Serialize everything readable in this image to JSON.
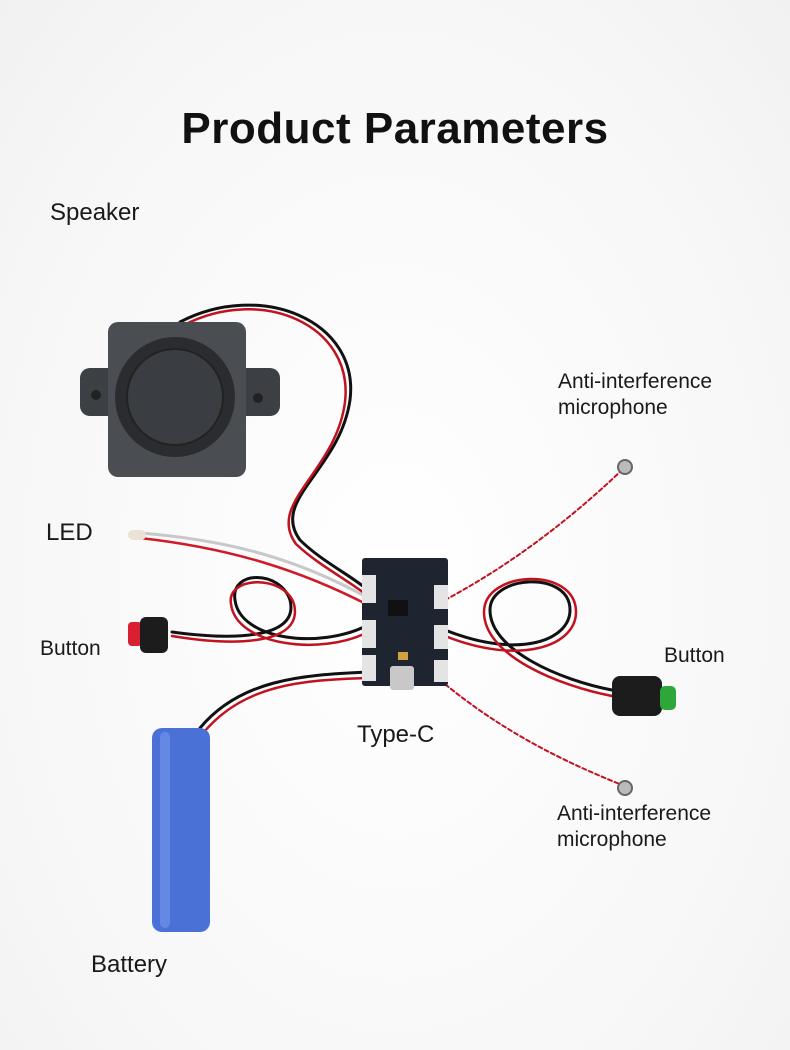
{
  "title": "Product Parameters",
  "labels": {
    "speaker": "Speaker",
    "mic_top_line1": "Anti-interference",
    "mic_top_line2": "microphone",
    "led": "LED",
    "button_left": "Button",
    "button_right": "Button",
    "type_c": "Type-C",
    "mic_bottom_line1": "Anti-interference",
    "mic_bottom_line2": "microphone",
    "battery": "Battery"
  },
  "colors": {
    "battery": "#4a72d6",
    "button_left": "#d82030",
    "button_right": "#2ea63a",
    "speaker": "#4a4d52",
    "board": "#1e2530"
  }
}
